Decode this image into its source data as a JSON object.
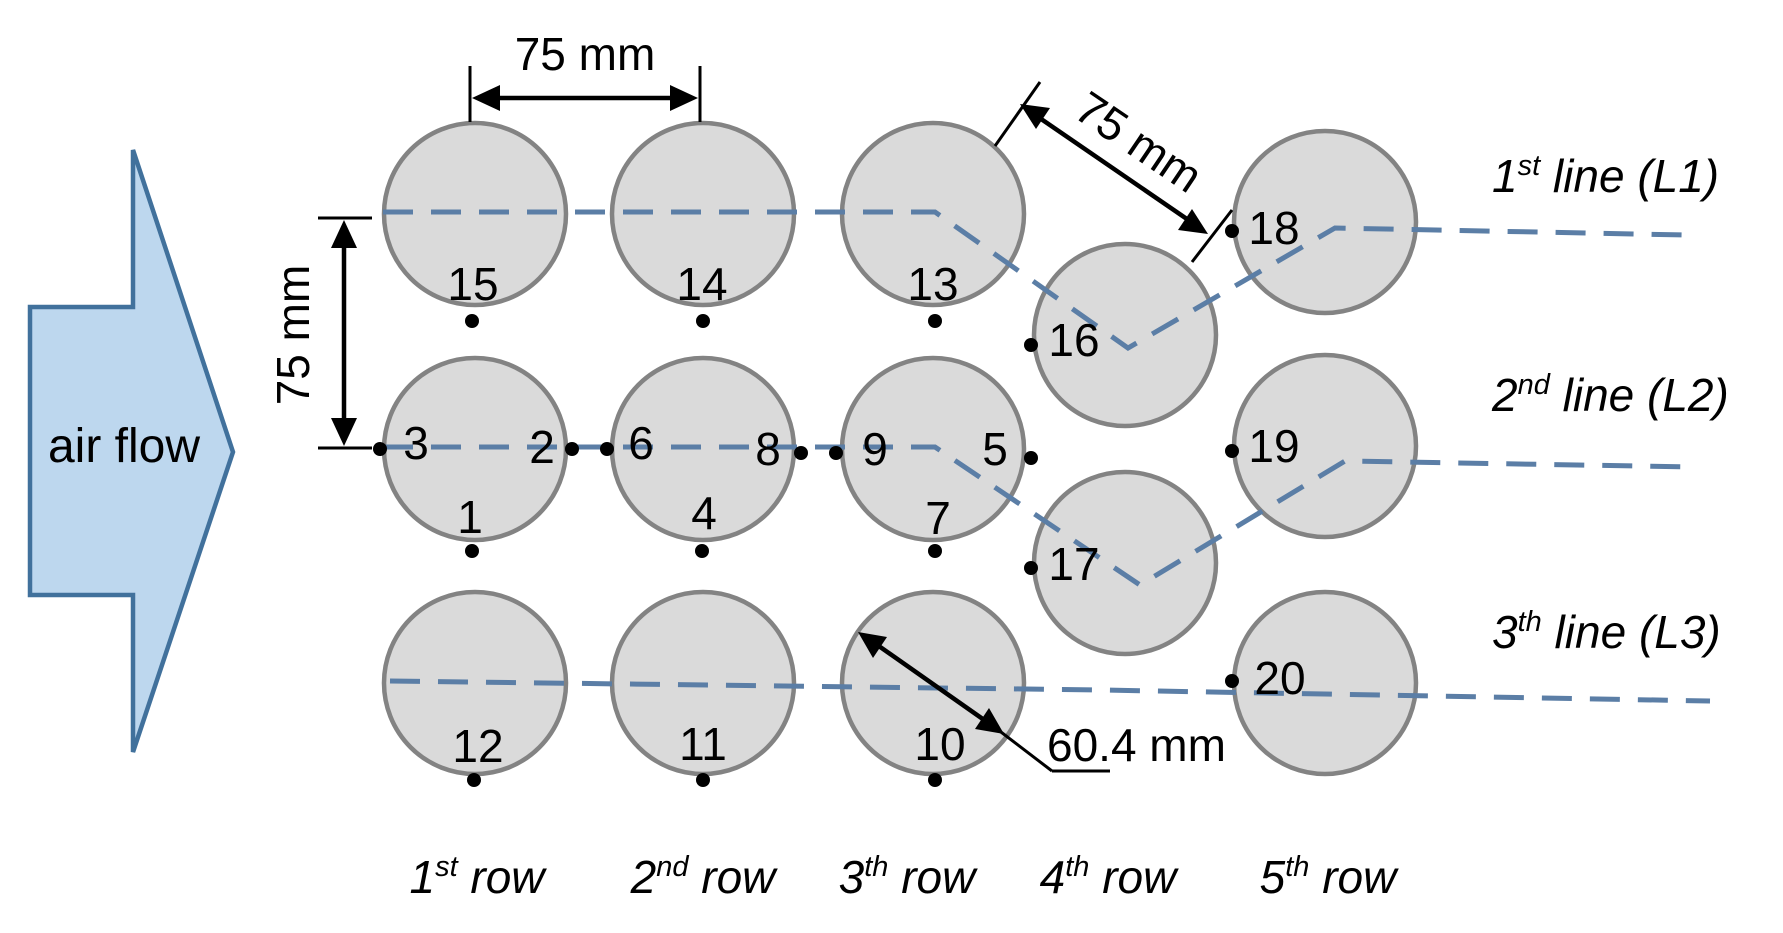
{
  "colors": {
    "tube_fill": "#dadada",
    "tube_stroke": "#838383",
    "flow_line": "#5b7ea6",
    "arrow_fill": "#bdd7ee",
    "arrow_stroke": "#41719c"
  },
  "arrow": {
    "label": "air flow"
  },
  "dimensions": {
    "pitch_horizontal": "75 mm",
    "pitch_vertical": "75 mm",
    "pitch_diagonal": "75 mm",
    "tube_diameter": "60.4 mm"
  },
  "points": {
    "p1": "1",
    "p2": "2",
    "p3": "3",
    "p4": "4",
    "p5": "5",
    "p6": "6",
    "p7": "7",
    "p8": "8",
    "p9": "9",
    "p10": "10",
    "p11": "11",
    "p12": "12",
    "p13": "13",
    "p14": "14",
    "p15": "15",
    "p16": "16",
    "p17": "17",
    "p18": "18",
    "p19": "19",
    "p20": "20"
  },
  "lines": [
    {
      "prefix": "1",
      "sup": "st",
      "suffix": " line (L1)"
    },
    {
      "prefix": "2",
      "sup": "nd",
      "suffix": " line (L2)"
    },
    {
      "prefix": "3",
      "sup": "th",
      "suffix": " line (L3)"
    }
  ],
  "rows": [
    {
      "prefix": "1",
      "sup": "st",
      "suffix": " row"
    },
    {
      "prefix": "2",
      "sup": "nd",
      "suffix": " row"
    },
    {
      "prefix": "3",
      "sup": "th",
      "suffix": " row"
    },
    {
      "prefix": "4",
      "sup": "th",
      "suffix": " row"
    },
    {
      "prefix": "5",
      "sup": "th",
      "suffix": " row"
    }
  ]
}
